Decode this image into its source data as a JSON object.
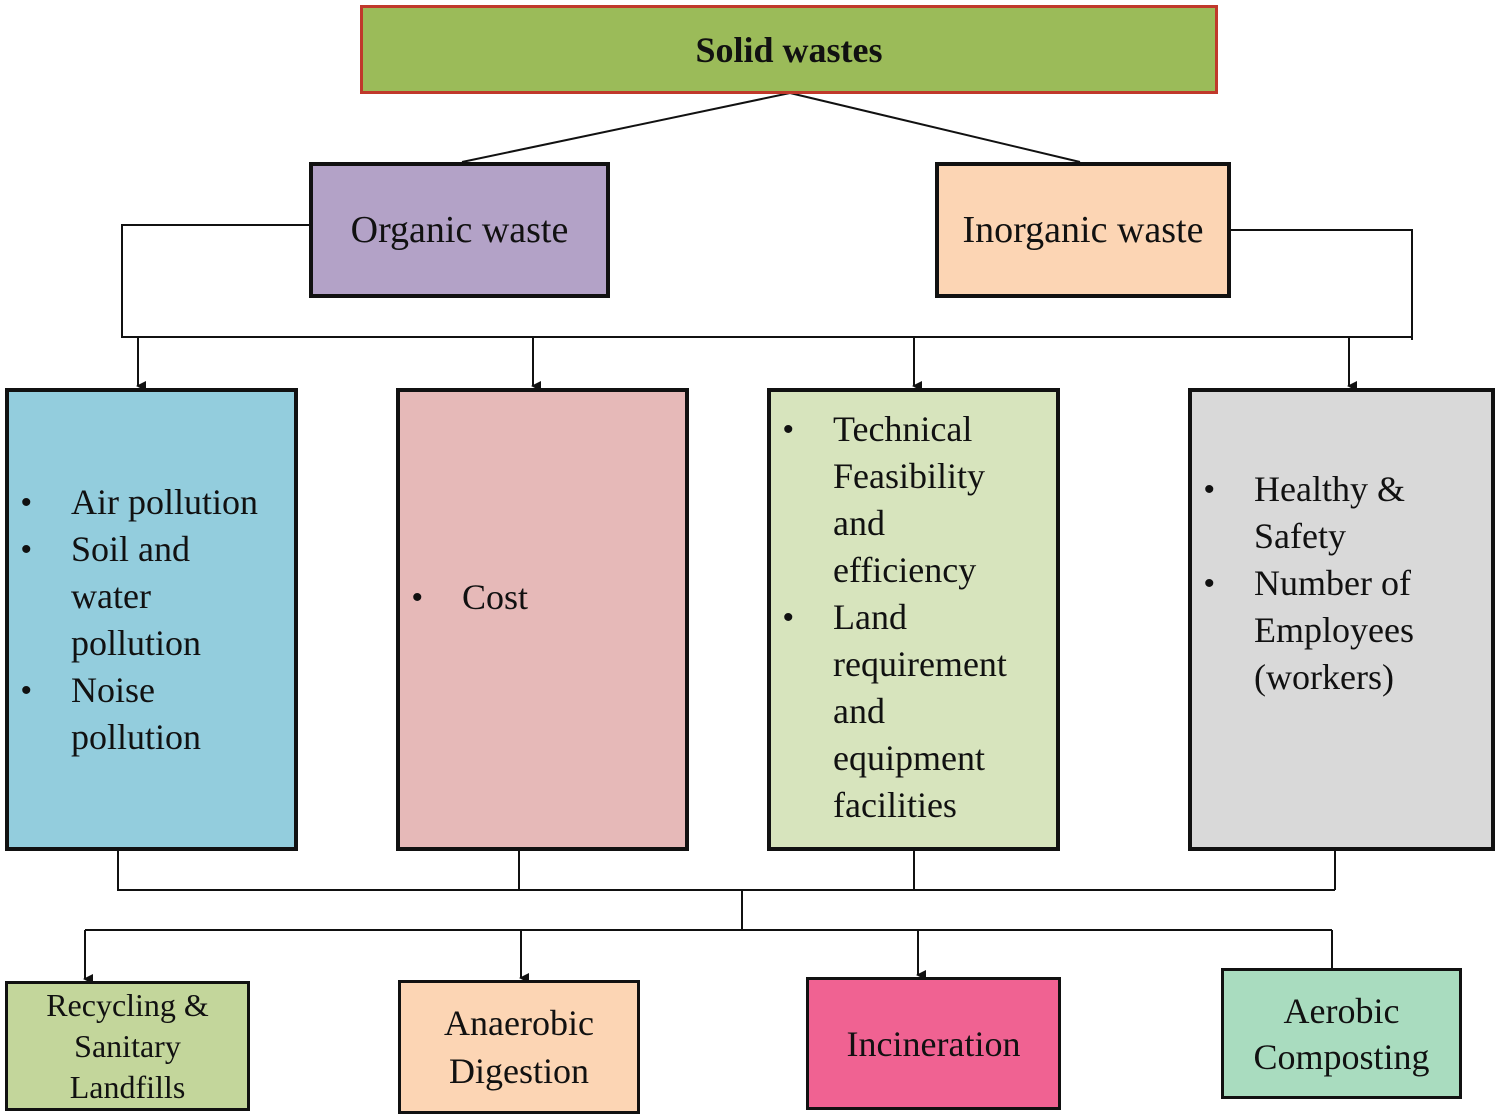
{
  "root": {
    "label": "Solid wastes",
    "fill": "#9bbb59",
    "border": "#c0392b"
  },
  "categories": [
    {
      "label": "Organic waste",
      "fill": "#b3a2c7"
    },
    {
      "label": "Inorganic waste",
      "fill": "#fcd5b4"
    }
  ],
  "criteria": [
    {
      "fill": "#93cddd",
      "items": [
        "Air pollution",
        "Soil and water pollution",
        "Noise pollution"
      ]
    },
    {
      "fill": "#e6b9b8",
      "items": [
        "Cost"
      ]
    },
    {
      "fill": "#d7e4bd",
      "items": [
        "Technical Feasibility and efficiency",
        "Land requirement and equipment facilities"
      ]
    },
    {
      "fill": "#d9d9d9",
      "items": [
        "Healthy & Safety",
        "Number of Employees (workers)"
      ]
    }
  ],
  "methods": [
    {
      "label": "Recycling & Sanitary Landfills",
      "fill": "#c3d69b"
    },
    {
      "label": "Anaerobic Digestion",
      "fill": "#fcd5b4"
    },
    {
      "label": "Incineration",
      "fill": "#f06292"
    },
    {
      "label": "Aerobic Composting",
      "fill": "#a9dcbf"
    }
  ]
}
